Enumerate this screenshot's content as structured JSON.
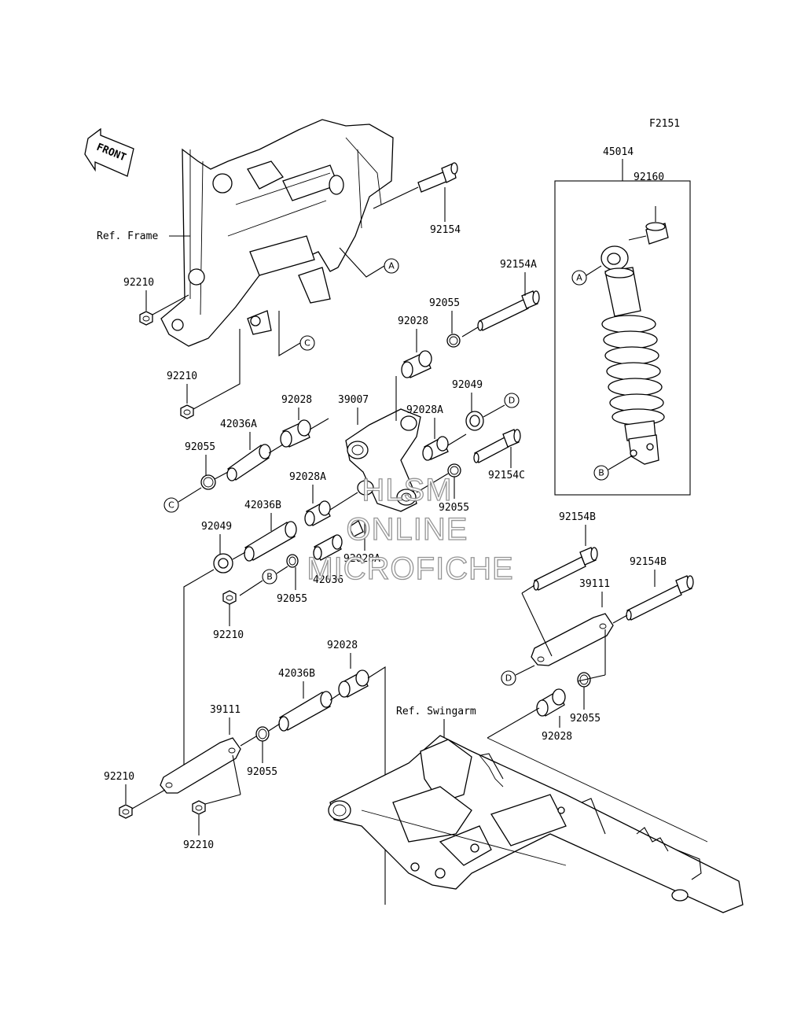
{
  "figure_code": "F2151",
  "front_label": "FRONT",
  "refs": {
    "frame": "Ref. Frame",
    "swingarm": "Ref. Swingarm"
  },
  "markers": {
    "a": "A",
    "b": "B",
    "c": "C",
    "d": "D"
  },
  "parts": {
    "p45014": "45014",
    "p92160": "92160",
    "p92154": "92154",
    "p92154A": "92154A",
    "p92154B": "92154B",
    "p92154C": "92154C",
    "p92210": "92210",
    "p92055": "92055",
    "p92028": "92028",
    "p92028A": "92028A",
    "p92049": "92049",
    "p39007": "39007",
    "p39111": "39111",
    "p42036": "42036",
    "p42036A": "42036A",
    "p42036B": "42036B"
  },
  "watermark": {
    "line1": "HLSM",
    "line2": "ONLINE",
    "line3": "MICROFICHE"
  }
}
